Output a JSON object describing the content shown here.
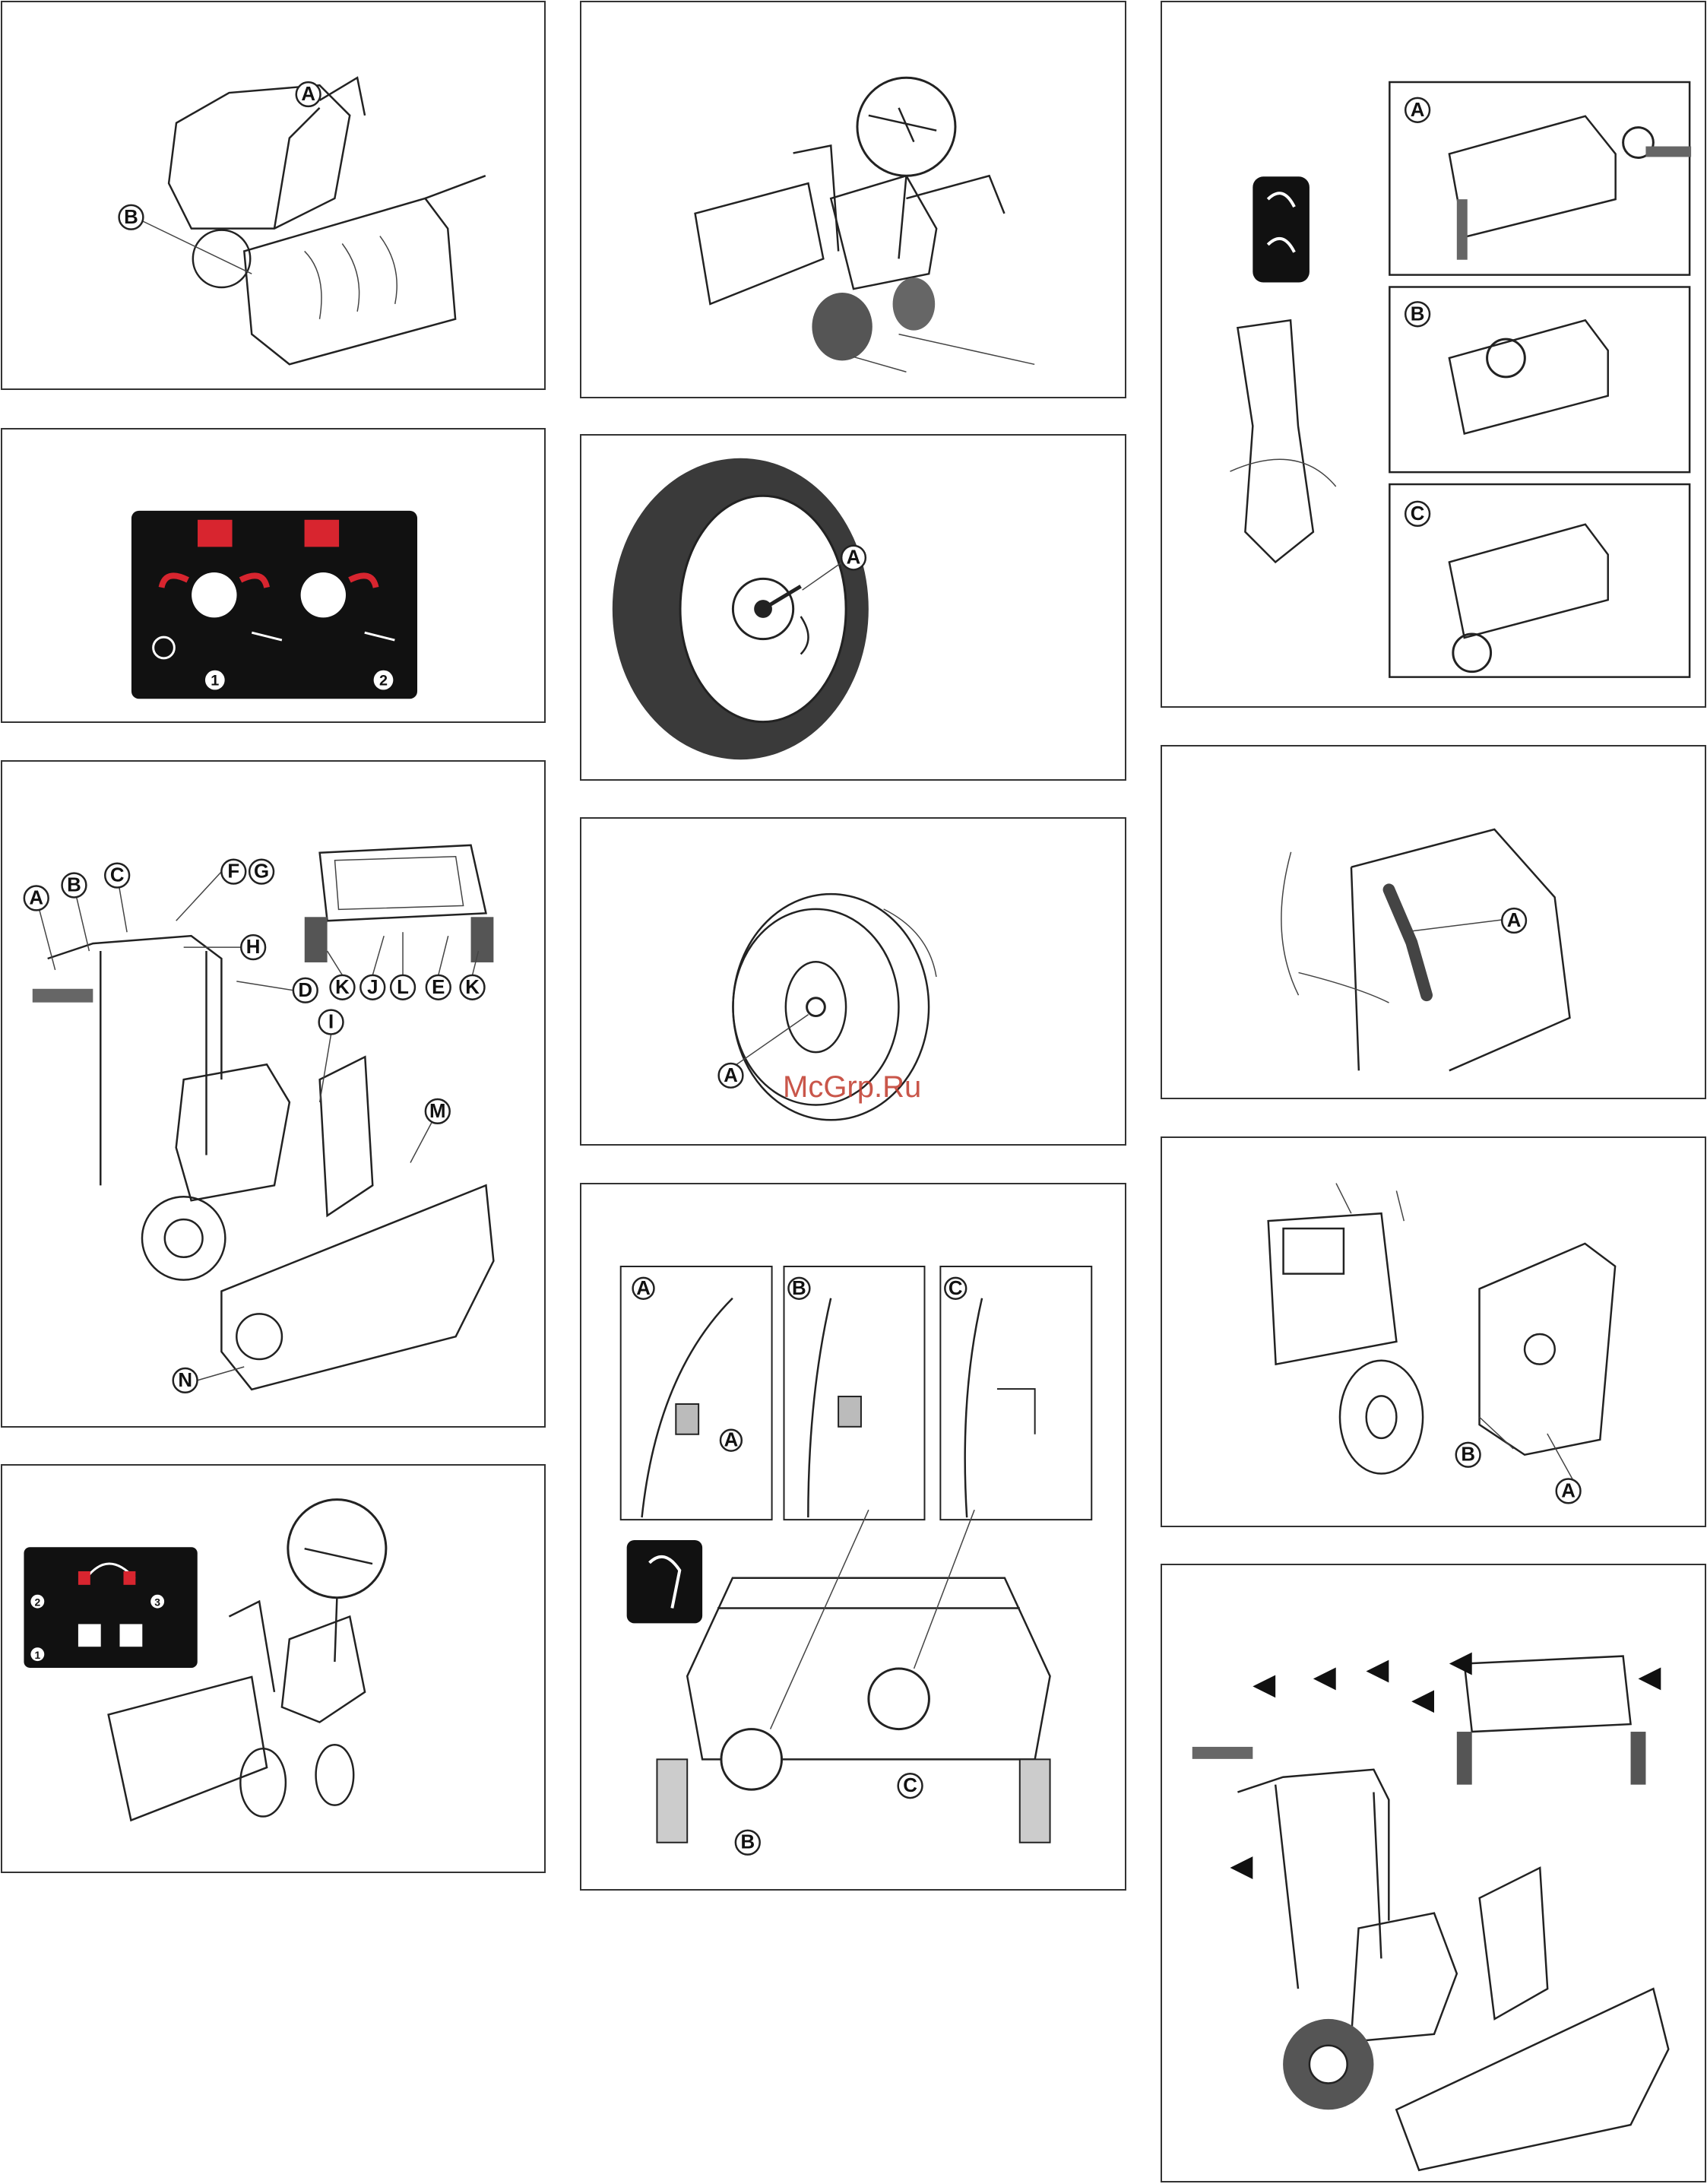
{
  "watermark": "McGrp.Ru",
  "panels": {
    "p1": {
      "callouts": [
        "A",
        "B"
      ]
    },
    "p2": {
      "labels": [
        "1",
        "2"
      ]
    },
    "p3": {
      "callouts": [
        "A",
        "B",
        "C",
        "F",
        "G",
        "H",
        "D",
        "I",
        "M",
        "N",
        "K",
        "J",
        "L",
        "E",
        "K"
      ]
    },
    "p4": {
      "labels": [
        "1",
        "2",
        "3"
      ]
    },
    "p6": {
      "callouts": [
        "A"
      ]
    },
    "p7": {
      "callouts": [
        "A"
      ]
    },
    "p8": {
      "insets": [
        "A",
        "B",
        "C"
      ],
      "callouts": [
        "A",
        "B",
        "C"
      ]
    },
    "p9": {
      "insets": [
        "A",
        "B",
        "C"
      ]
    },
    "p10": {
      "callouts": [
        "A"
      ]
    },
    "p11": {
      "callouts": [
        "A",
        "B"
      ]
    }
  }
}
